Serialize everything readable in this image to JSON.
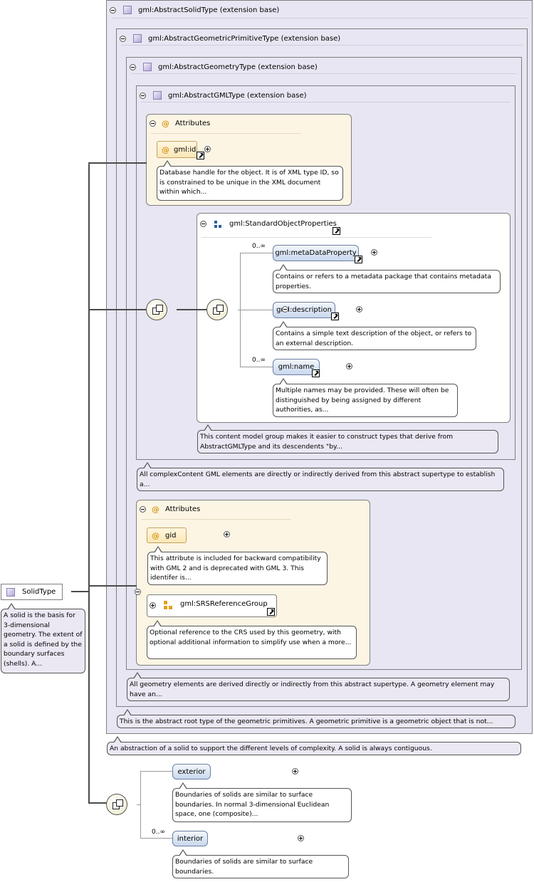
{
  "solid": {
    "name": "SolidType",
    "note": "A solid is the basis for 3-dimensional geometry. The extent of a solid is defined by the boundary surfaces (shells). A..."
  },
  "ext": {
    "abstract_solid": "gml:AbstractSolidType (extension base)",
    "abstract_solid_note": "An abstraction of a solid to support the different levels of complexity. A solid is always contiguous.",
    "geometric_primitive": "gml:AbstractGeometricPrimitiveType (extension base)",
    "geometric_primitive_note": "This is the abstract root type of the geometric primitives. A geometric primitive is a geometric object that is not...",
    "geometry": "gml:AbstractGeometryType (extension base)",
    "geometry_note": "All geometry elements are derived directly or indirectly from this abstract supertype. A geometry element may have an...",
    "gml": "gml:AbstractGMLType (extension base)",
    "gml_note": "All complexContent GML elements are directly or indirectly derived from this abstract supertype to establish a..."
  },
  "attributes1": {
    "title": "Attributes",
    "id_name": "gml:id",
    "id_note": "Database handle for the object. It is of XML type ID, so is constrained to be unique in the XML document within which..."
  },
  "std_props": {
    "title": "gml:StandardObjectProperties",
    "group_note": "This content model group makes it easier to construct types that derive from AbstractGMLType and its descendents \"by...",
    "metadata": "gml:metaDataProperty",
    "metadata_card": "0..∞",
    "metadata_note": "Contains or refers to a metadata package that contains metadata properties.",
    "description": "gml:description",
    "description_note": "Contains a simple text description of the object, or refers to an external description.",
    "name": "gml:name",
    "name_card": "0..∞",
    "name_note": "Multiple names may be provided. These will often be distinguished by being assigned by different authorities, as..."
  },
  "attributes2": {
    "title": "Attributes",
    "gid_name": "gid",
    "gid_note": "This attribute is included for backward compatibility with GML 2 and is deprecated with GML 3. This identifer is...",
    "srs_name": "gml:SRSReferenceGroup",
    "srs_note": "Optional reference to the CRS used by this geometry, with optional additional information to simplify use when a more..."
  },
  "children": {
    "exterior": "exterior",
    "exterior_note": "Boundaries of solids are similar to surface boundaries. In normal 3-dimensional Euclidean space, one (composite)...",
    "interior": "interior",
    "interior_card": "0..∞",
    "interior_note": "Boundaries of solids are similar to surface boundaries."
  }
}
